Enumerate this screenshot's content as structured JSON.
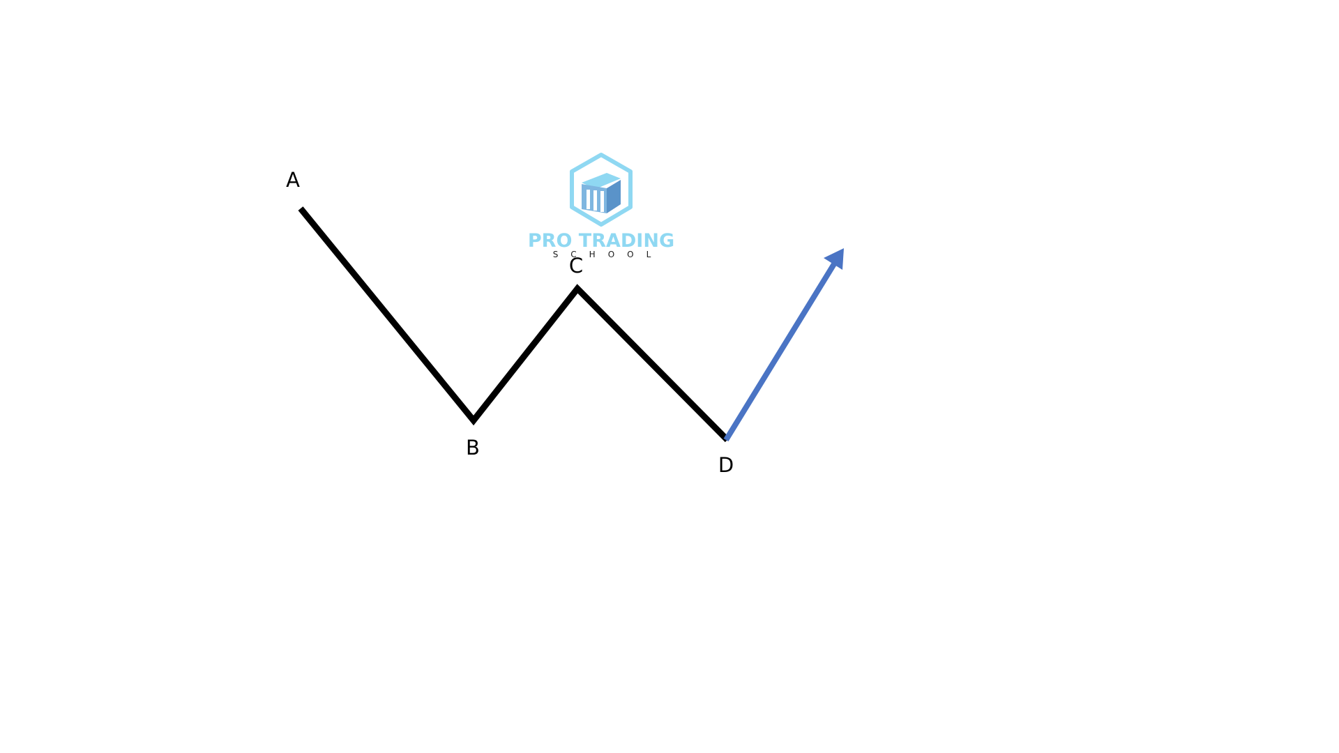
{
  "points": [
    {
      "id": "A",
      "label": "A"
    },
    {
      "id": "B",
      "label": "B"
    },
    {
      "id": "C",
      "label": "C"
    },
    {
      "id": "D",
      "label": "D"
    }
  ],
  "logo": {
    "title": "PRO TRADING",
    "subtitle": "SCHOOL"
  },
  "colors": {
    "pattern_line": "#000000",
    "projection_arrow": "#4a74c4",
    "logo_primary": "#8fd8f2",
    "logo_cube": "#5a93c9",
    "background": "#ffffff"
  },
  "icons": {
    "logo_mark": "hexagon-cube-icon",
    "projection": "up-arrow-icon"
  }
}
